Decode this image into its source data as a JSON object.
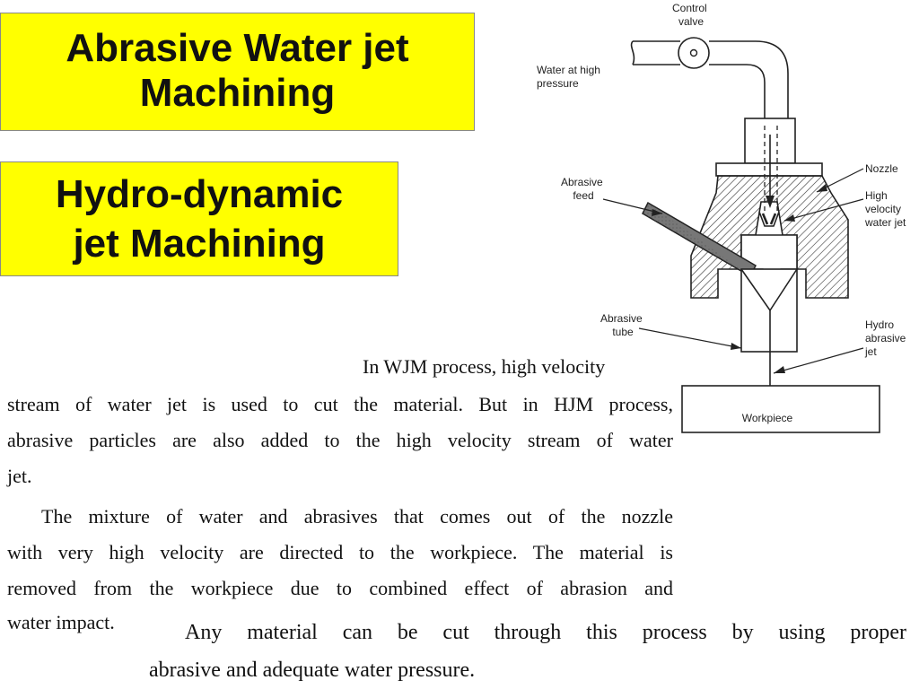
{
  "titles": {
    "main": [
      "Abrasive Water jet",
      "Machining"
    ],
    "sub": [
      "Hydro-dynamic",
      "jet Machining"
    ]
  },
  "diagram": {
    "labels": {
      "control_valve": [
        "Control",
        "valve"
      ],
      "water_inlet": [
        "Water at high",
        "pressure"
      ],
      "nozzle": "Nozzle",
      "high_velocity_jet": [
        "High",
        "velocity",
        "water jet"
      ],
      "abrasive_feed": [
        "Abrasive",
        "feed"
      ],
      "abrasive_tube": [
        "Abrasive",
        "tube"
      ],
      "hydro_abrasive_jet": [
        "Hydro",
        "abrasive",
        "jet"
      ],
      "workpiece": "Workpiece"
    }
  },
  "text": {
    "p1_lines": [
      "In WJM process, high velocity",
      "stream of water jet is used to cut the material. But in HJM process,",
      "abrasive particles are also added to the high velocity stream of water",
      "jet."
    ],
    "p2_lines": [
      "The mixture of water and abrasives that comes out of the nozzle",
      "with very high velocity are directed to the workpiece. The material is",
      "removed from the workpiece due to combined effect of abrasion and",
      "water impact."
    ],
    "p3_lines": [
      "Any material can be cut through this process by using proper",
      "abrasive and adequate water pressure."
    ]
  }
}
